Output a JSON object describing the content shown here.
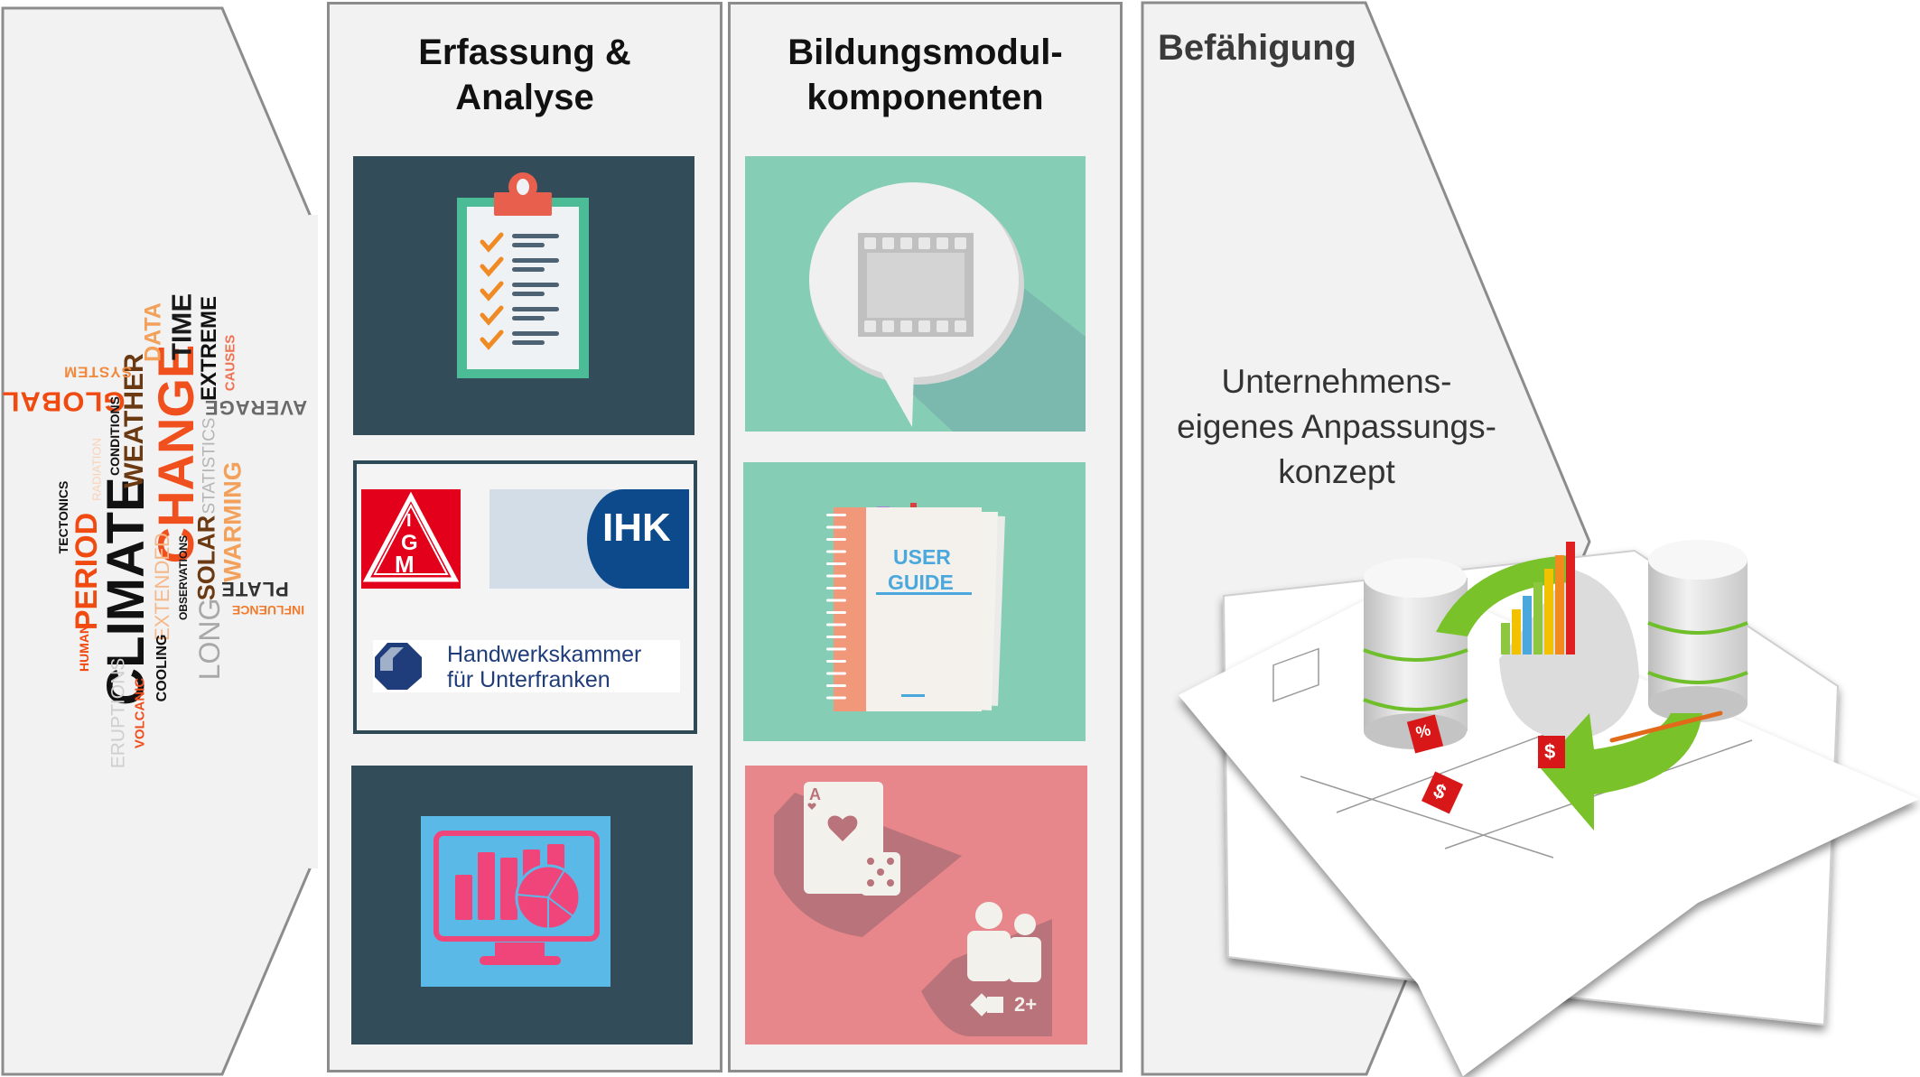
{
  "word_cloud": {
    "words": [
      {
        "text": "CLIMATE",
        "color": "#111111"
      },
      {
        "text": "CHANGE",
        "color": "#f0501e"
      },
      {
        "text": "PERIOD",
        "color": "#f04a10"
      },
      {
        "text": "GLOBAL",
        "color": "#f04a10"
      },
      {
        "text": "WEATHER",
        "color": "#6b3a12"
      },
      {
        "text": "TIME",
        "color": "#1a1a1a"
      },
      {
        "text": "EXTREME",
        "color": "#111111"
      },
      {
        "text": "DATA",
        "color": "#f3a05a"
      },
      {
        "text": "SYSTEM",
        "color": "#f08a40"
      },
      {
        "text": "CAUSES",
        "color": "#f07050"
      },
      {
        "text": "AVERAGE",
        "color": "#6a6a6a"
      },
      {
        "text": "STATISTICS",
        "color": "#b5b5b5"
      },
      {
        "text": "WARMING",
        "color": "#f3a05a"
      },
      {
        "text": "SOLAR",
        "color": "#6b3a12"
      },
      {
        "text": "LONG",
        "color": "#a8a8a8"
      },
      {
        "text": "PLATE",
        "color": "#333333"
      },
      {
        "text": "INFLUENCE",
        "color": "#f07a2a"
      },
      {
        "text": "EXTENDED",
        "color": "#f5b88a"
      },
      {
        "text": "OBSERVATIONS",
        "color": "#111111"
      },
      {
        "text": "COOLING",
        "color": "#111111"
      },
      {
        "text": "CONDITIONS",
        "color": "#111111"
      },
      {
        "text": "RADIATION",
        "color": "#f8d2b8"
      },
      {
        "text": "TECTONICS",
        "color": "#111111"
      },
      {
        "text": "HUMAN",
        "color": "#f04a10"
      },
      {
        "text": "ERUPTIONS",
        "color": "#cfcfcf"
      },
      {
        "text": "VOLCANIC",
        "color": "#f0501e"
      }
    ]
  },
  "columns": [
    {
      "title_line1": "Erfassung &",
      "title_line2": "Analyse",
      "tiles": [
        {
          "name": "checklist",
          "bg": "#324c5a"
        },
        {
          "name": "partner-logos",
          "logos": {
            "igm_letters": [
              "I",
              "G",
              "M"
            ],
            "ihk": "IHK",
            "hwk_line1": "Handwerkskammer",
            "hwk_line2": "für Unterfranken"
          }
        },
        {
          "name": "analytics-monitor",
          "bg": "#324c5a"
        }
      ]
    },
    {
      "title_line1": "Bildungsmodul-",
      "title_line2": "komponenten",
      "tiles": [
        {
          "name": "video",
          "bg": "#86cdb6"
        },
        {
          "name": "user-guide",
          "bg": "#86cdb6",
          "label_line1": "USER",
          "label_line2": "GUIDE"
        },
        {
          "name": "game",
          "bg": "#e8878b",
          "card_rank": "A",
          "players": "2+"
        }
      ]
    }
  ],
  "result": {
    "title": "Befähigung",
    "line1": "Unternehmens-",
    "line2": "eigenes Anpassungs-",
    "line3": "konzept",
    "dice_symbols": [
      "%",
      "$",
      "$"
    ]
  },
  "colors": {
    "panel_bg": "#f2f2f2",
    "panel_border": "#8c8c8c",
    "dark_tile": "#324c5a",
    "mint_tile": "#86cdb6",
    "pink_tile": "#e8878b",
    "accent_orange": "#f0501e"
  }
}
